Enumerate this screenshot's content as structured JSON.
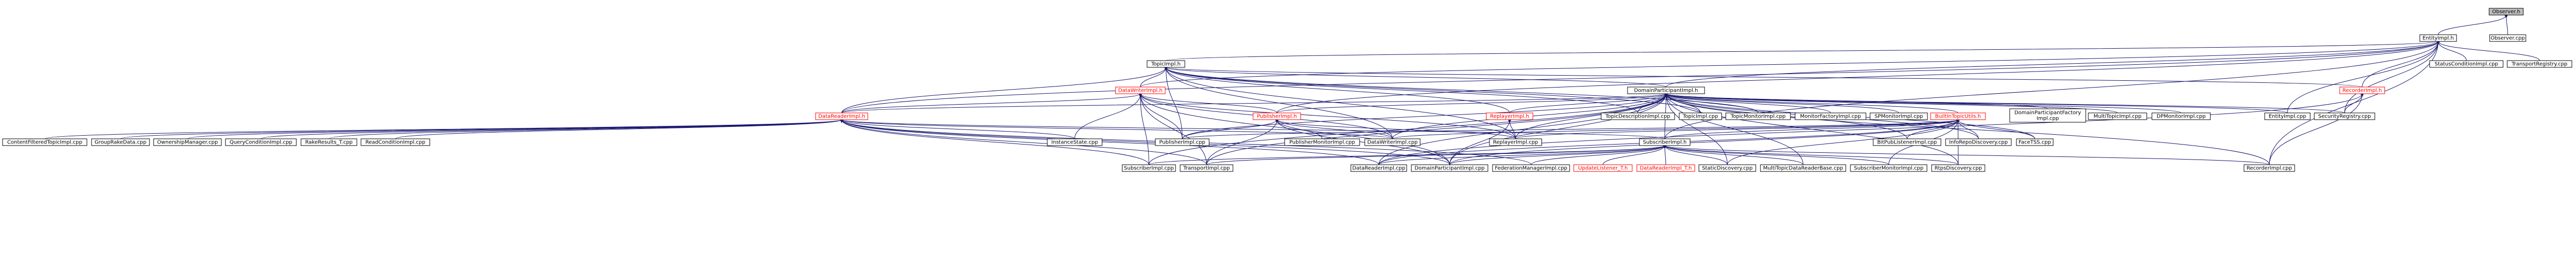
{
  "colors": {
    "edge": "#191970",
    "normal_border": "#000000",
    "normal_text": "#000000",
    "highlight_fill": "#bfbfbf",
    "red_text": "#ff0000",
    "red_border": "#ff0000",
    "background": "#ffffff"
  },
  "nodes": [
    {
      "id": "observer_h",
      "label": "Observer.h",
      "style": "highlight"
    },
    {
      "id": "entityimpl_h",
      "label": "EntityImpl.h",
      "style": "normal"
    },
    {
      "id": "observer_cpp",
      "label": "Observer.cpp",
      "style": "normal"
    },
    {
      "id": "topicimpl_h",
      "label": "TopicImpl.h",
      "style": "normal"
    },
    {
      "id": "statuscondition_cpp",
      "label": "StatusConditionImpl.cpp",
      "style": "normal"
    },
    {
      "id": "transportregistry_cpp",
      "label": "TransportRegistry.cpp",
      "style": "normal"
    },
    {
      "id": "datawriterimpl_h",
      "label": "DataWriterImpl.h",
      "style": "red"
    },
    {
      "id": "domainparticipantimpl_h",
      "label": "DomainParticipantImpl.h",
      "style": "normal"
    },
    {
      "id": "recorderimpl_h",
      "label": "RecorderImpl.h",
      "style": "red"
    },
    {
      "id": "datareaderimpl_h",
      "label": "DataReaderImpl.h",
      "style": "red"
    },
    {
      "id": "publisherimpl_h",
      "label": "PublisherImpl.h",
      "style": "red"
    },
    {
      "id": "replayerimpl_h",
      "label": "ReplayerImpl.h",
      "style": "red"
    },
    {
      "id": "topicdescriptionimpl_cpp",
      "label": "TopicDescriptionImpl.cpp",
      "style": "normal"
    },
    {
      "id": "topicimpl_cpp",
      "label": "TopicImpl.cpp",
      "style": "normal"
    },
    {
      "id": "topicmonitorimpl_cpp",
      "label": "TopicMonitorImpl.cpp",
      "style": "normal"
    },
    {
      "id": "monitorfactoryimpl_cpp",
      "label": "MonitorFactoryImpl.cpp",
      "style": "normal"
    },
    {
      "id": "spmonitorimpl_cpp",
      "label": "SPMonitorImpl.cpp",
      "style": "normal"
    },
    {
      "id": "builtintopicutils_h",
      "label": "BuiltInTopicUtils.h",
      "style": "red"
    },
    {
      "id": "dpfactoryimpl_cpp",
      "label": "DomainParticipantFactory\nImpl.cpp",
      "style": "normal"
    },
    {
      "id": "multitopicimpl_cpp",
      "label": "MultiTopicImpl.cpp",
      "style": "normal"
    },
    {
      "id": "dpmonitorimpl_cpp",
      "label": "DPMonitorImpl.cpp",
      "style": "normal"
    },
    {
      "id": "entityimpl_cpp",
      "label": "EntityImpl.cpp",
      "style": "normal"
    },
    {
      "id": "securityregistry_cpp",
      "label": "SecurityRegistry.cpp",
      "style": "normal"
    },
    {
      "id": "contentfiltered_cpp",
      "label": "ContentFilteredTopicImpl.cpp",
      "style": "normal"
    },
    {
      "id": "grouprakedata_cpp",
      "label": "GroupRakeData.cpp",
      "style": "normal"
    },
    {
      "id": "ownershipmanager_cpp",
      "label": "OwnershipManager.cpp",
      "style": "normal"
    },
    {
      "id": "querycondition_cpp",
      "label": "QueryConditionImpl.cpp",
      "style": "normal"
    },
    {
      "id": "rakeresults_cpp",
      "label": "RakeResults_T.cpp",
      "style": "normal"
    },
    {
      "id": "readcondition_cpp",
      "label": "ReadConditionImpl.cpp",
      "style": "normal"
    },
    {
      "id": "instancestate_cpp",
      "label": "InstanceState.cpp",
      "style": "normal"
    },
    {
      "id": "publisherimpl_cpp",
      "label": "PublisherImpl.cpp",
      "style": "normal"
    },
    {
      "id": "publishermonitor_cpp",
      "label": "PublisherMonitorImpl.cpp",
      "style": "normal"
    },
    {
      "id": "datawriterimpl_cpp",
      "label": "DataWriterImpl.cpp",
      "style": "normal"
    },
    {
      "id": "replayerimpl_cpp",
      "label": "ReplayerImpl.cpp",
      "style": "normal"
    },
    {
      "id": "bitpublistener_cpp",
      "label": "BitPubListenerImpl.cpp",
      "style": "normal"
    },
    {
      "id": "inforepodiscovery_cpp",
      "label": "InfoRepoDiscovery.cpp",
      "style": "normal"
    },
    {
      "id": "facetss_cpp",
      "label": "FaceTSS.cpp",
      "style": "normal"
    },
    {
      "id": "subscriberimpl_h",
      "label": "SubscriberImpl.h",
      "style": "normal"
    },
    {
      "id": "subscriberimpl_cpp",
      "label": "SubscriberImpl.cpp",
      "style": "normal"
    },
    {
      "id": "transportimpl_cpp",
      "label": "TransportImpl.cpp",
      "style": "normal"
    },
    {
      "id": "datareaderimpl_cpp",
      "label": "DataReaderImpl.cpp",
      "style": "normal"
    },
    {
      "id": "domainparticipantimpl_cpp",
      "label": "DomainParticipantImpl.cpp",
      "style": "normal"
    },
    {
      "id": "federationmanager_cpp",
      "label": "FederationManagerImpl.cpp",
      "style": "normal"
    },
    {
      "id": "updatelistener_h",
      "label": "UpdateListener_T.h",
      "style": "red"
    },
    {
      "id": "datareaderimpl_t_h",
      "label": "DataReaderImpl_T.h",
      "style": "red"
    },
    {
      "id": "staticdiscovery_cpp",
      "label": "StaticDiscovery.cpp",
      "style": "normal"
    },
    {
      "id": "multitopicdatareaderbase_cpp",
      "label": "MultiTopicDataReaderBase.cpp",
      "style": "normal"
    },
    {
      "id": "subscribermonitor_cpp",
      "label": "SubscriberMonitorImpl.cpp",
      "style": "normal"
    },
    {
      "id": "rtpsdiscovery_cpp",
      "label": "RtpsDiscovery.cpp",
      "style": "normal"
    },
    {
      "id": "recorderimpl_cpp",
      "label": "RecorderImpl.cpp",
      "style": "normal"
    }
  ],
  "edges": [
    [
      "observer_h",
      "entityimpl_h"
    ],
    [
      "observer_h",
      "observer_cpp"
    ],
    [
      "entityimpl_h",
      "topicimpl_h"
    ],
    [
      "entityimpl_h",
      "statuscondition_cpp"
    ],
    [
      "entityimpl_h",
      "transportregistry_cpp"
    ],
    [
      "entityimpl_h",
      "domainparticipantimpl_h"
    ],
    [
      "entityimpl_h",
      "recorderimpl_h"
    ],
    [
      "entityimpl_h",
      "datareaderimpl_h"
    ],
    [
      "entityimpl_h",
      "entityimpl_cpp"
    ],
    [
      "entityimpl_h",
      "securityregistry_cpp"
    ],
    [
      "entityimpl_h",
      "datawriterimpl_h"
    ],
    [
      "entityimpl_h",
      "subscriberimpl_h"
    ],
    [
      "entityimpl_h",
      "recorderimpl_cpp"
    ],
    [
      "entityimpl_h",
      "publisherimpl_h"
    ],
    [
      "topicimpl_h",
      "datawriterimpl_h"
    ],
    [
      "topicimpl_h",
      "domainparticipantimpl_h"
    ],
    [
      "topicimpl_h",
      "datareaderimpl_h"
    ],
    [
      "topicimpl_h",
      "replayerimpl_h"
    ],
    [
      "topicimpl_h",
      "topicdescriptionimpl_cpp"
    ],
    [
      "topicimpl_h",
      "topicimpl_cpp"
    ],
    [
      "topicimpl_h",
      "topicmonitorimpl_cpp"
    ],
    [
      "topicimpl_h",
      "publisherimpl_cpp"
    ],
    [
      "topicimpl_h",
      "datawriterimpl_cpp"
    ],
    [
      "topicimpl_h",
      "replayerimpl_cpp"
    ],
    [
      "topicimpl_h",
      "recorderimpl_h"
    ],
    [
      "datawriterimpl_h",
      "datareaderimpl_h"
    ],
    [
      "datawriterimpl_h",
      "publisherimpl_h"
    ],
    [
      "datawriterimpl_h",
      "publisherimpl_cpp"
    ],
    [
      "datawriterimpl_h",
      "instancestate_cpp"
    ],
    [
      "datawriterimpl_h",
      "datawriterimpl_cpp"
    ],
    [
      "datawriterimpl_h",
      "transportimpl_cpp"
    ],
    [
      "datawriterimpl_h",
      "subscriberimpl_cpp"
    ],
    [
      "datawriterimpl_h",
      "domainparticipantimpl_cpp"
    ],
    [
      "datawriterimpl_h",
      "replayerimpl_cpp"
    ],
    [
      "domainparticipantimpl_h",
      "datareaderimpl_h"
    ],
    [
      "domainparticipantimpl_h",
      "publisherimpl_h"
    ],
    [
      "domainparticipantimpl_h",
      "replayerimpl_h"
    ],
    [
      "domainparticipantimpl_h",
      "topicdescriptionimpl_cpp"
    ],
    [
      "domainparticipantimpl_h",
      "topicimpl_cpp"
    ],
    [
      "domainparticipantimpl_h",
      "topicmonitorimpl_cpp"
    ],
    [
      "domainparticipantimpl_h",
      "monitorfactoryimpl_cpp"
    ],
    [
      "domainparticipantimpl_h",
      "spmonitorimpl_cpp"
    ],
    [
      "domainparticipantimpl_h",
      "builtintopicutils_h"
    ],
    [
      "domainparticipantimpl_h",
      "dpfactoryimpl_cpp"
    ],
    [
      "domainparticipantimpl_h",
      "multitopicimpl_cpp"
    ],
    [
      "domainparticipantimpl_h",
      "dpmonitorimpl_cpp"
    ],
    [
      "domainparticipantimpl_h",
      "entityimpl_cpp"
    ],
    [
      "domainparticipantimpl_h",
      "securityregistry_cpp"
    ],
    [
      "domainparticipantimpl_h",
      "subscriberimpl_h"
    ],
    [
      "domainparticipantimpl_h",
      "publisherimpl_cpp"
    ],
    [
      "domainparticipantimpl_h",
      "datawriterimpl_cpp"
    ],
    [
      "domainparticipantimpl_h",
      "replayerimpl_cpp"
    ],
    [
      "domainparticipantimpl_h",
      "subscriberimpl_cpp"
    ],
    [
      "domainparticipantimpl_h",
      "domainparticipantimpl_cpp"
    ],
    [
      "domainparticipantimpl_h",
      "datareaderimpl_cpp"
    ],
    [
      "domainparticipantimpl_h",
      "staticdiscovery_cpp"
    ],
    [
      "domainparticipantimpl_h",
      "inforepodiscovery_cpp"
    ],
    [
      "domainparticipantimpl_h",
      "rtpsdiscovery_cpp"
    ],
    [
      "domainparticipantimpl_h",
      "recorderimpl_cpp"
    ],
    [
      "domainparticipantimpl_h",
      "facetss_cpp"
    ],
    [
      "domainparticipantimpl_h",
      "bitpublistener_cpp"
    ],
    [
      "domainparticipantimpl_h",
      "transportimpl_cpp"
    ],
    [
      "domainparticipantimpl_h",
      "multitopicdatareaderbase_cpp"
    ],
    [
      "recorderimpl_h",
      "recorderimpl_cpp"
    ],
    [
      "recorderimpl_h",
      "datareaderimpl_cpp"
    ],
    [
      "recorderimpl_h",
      "securityregistry_cpp"
    ],
    [
      "datareaderimpl_h",
      "contentfiltered_cpp"
    ],
    [
      "datareaderimpl_h",
      "grouprakedata_cpp"
    ],
    [
      "datareaderimpl_h",
      "ownershipmanager_cpp"
    ],
    [
      "datareaderimpl_h",
      "querycondition_cpp"
    ],
    [
      "datareaderimpl_h",
      "rakeresults_cpp"
    ],
    [
      "datareaderimpl_h",
      "readcondition_cpp"
    ],
    [
      "datareaderimpl_h",
      "instancestate_cpp"
    ],
    [
      "datareaderimpl_h",
      "subscriberimpl_cpp"
    ],
    [
      "datareaderimpl_h",
      "transportimpl_cpp"
    ],
    [
      "datareaderimpl_h",
      "datareaderimpl_cpp"
    ],
    [
      "datareaderimpl_h",
      "domainparticipantimpl_cpp"
    ],
    [
      "datareaderimpl_h",
      "subscriberimpl_h"
    ],
    [
      "datareaderimpl_h",
      "federationmanager_cpp"
    ],
    [
      "datareaderimpl_h",
      "datawriterimpl_cpp"
    ],
    [
      "publisherimpl_h",
      "publisherimpl_cpp"
    ],
    [
      "publisherimpl_h",
      "publishermonitor_cpp"
    ],
    [
      "publisherimpl_h",
      "datawriterimpl_cpp"
    ],
    [
      "publisherimpl_h",
      "replayerimpl_cpp"
    ],
    [
      "publisherimpl_h",
      "domainparticipantimpl_cpp"
    ],
    [
      "publisherimpl_h",
      "transportimpl_cpp"
    ],
    [
      "replayerimpl_h",
      "replayerimpl_cpp"
    ],
    [
      "replayerimpl_h",
      "domainparticipantimpl_cpp"
    ],
    [
      "builtintopicutils_h",
      "bitpublistener_cpp"
    ],
    [
      "builtintopicutils_h",
      "inforepodiscovery_cpp"
    ],
    [
      "builtintopicutils_h",
      "facetss_cpp"
    ],
    [
      "builtintopicutils_h",
      "subscriberimpl_h"
    ],
    [
      "builtintopicutils_h",
      "datareaderimpl_cpp"
    ],
    [
      "builtintopicutils_h",
      "domainparticipantimpl_cpp"
    ],
    [
      "builtintopicutils_h",
      "staticdiscovery_cpp"
    ],
    [
      "builtintopicutils_h",
      "rtpsdiscovery_cpp"
    ],
    [
      "builtintopicutils_h",
      "publisherimpl_cpp"
    ],
    [
      "builtintopicutils_h",
      "datawriterimpl_cpp"
    ],
    [
      "builtintopicutils_h",
      "replayerimpl_cpp"
    ],
    [
      "builtintopicutils_h",
      "subscribermonitor_cpp"
    ],
    [
      "subscriberimpl_h",
      "subscriberimpl_cpp"
    ],
    [
      "subscriberimpl_h",
      "transportimpl_cpp"
    ],
    [
      "subscriberimpl_h",
      "datareaderimpl_cpp"
    ],
    [
      "subscriberimpl_h",
      "domainparticipantimpl_cpp"
    ],
    [
      "subscriberimpl_h",
      "federationmanager_cpp"
    ],
    [
      "subscriberimpl_h",
      "updatelistener_h"
    ],
    [
      "subscriberimpl_h",
      "datareaderimpl_t_h"
    ],
    [
      "subscriberimpl_h",
      "staticdiscovery_cpp"
    ],
    [
      "subscriberimpl_h",
      "multitopicdatareaderbase_cpp"
    ],
    [
      "subscriberimpl_h",
      "subscribermonitor_cpp"
    ],
    [
      "subscriberimpl_h",
      "rtpsdiscovery_cpp"
    ],
    [
      "subscriberimpl_h",
      "recorderimpl_cpp"
    ]
  ]
}
